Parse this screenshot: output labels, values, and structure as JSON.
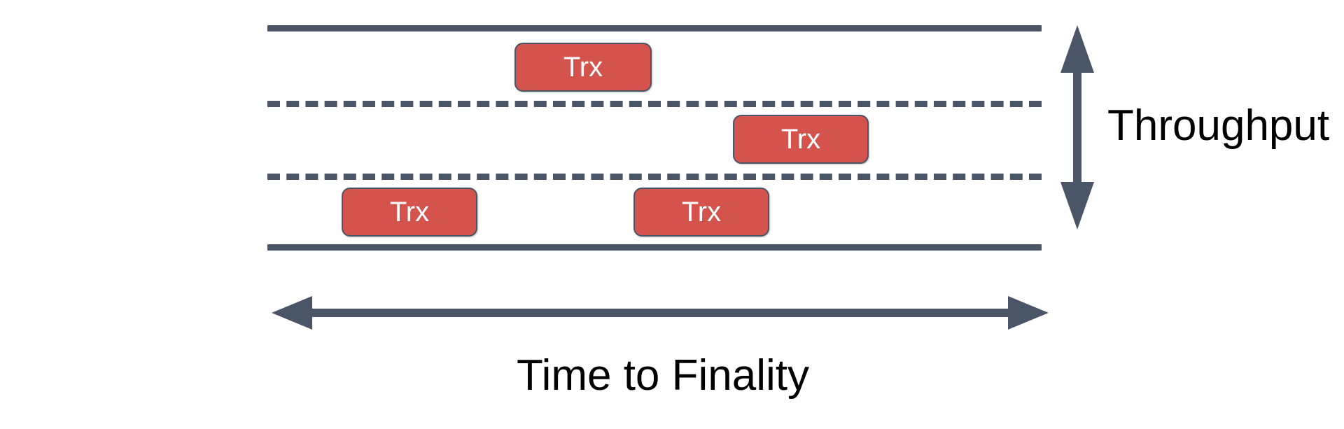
{
  "diagram": {
    "title_semantic": "blockchain-throughput-vs-time-to-finality",
    "type": "concept-diagram",
    "background_color": "#ffffff",
    "colors": {
      "line": "#4a5568",
      "block_fill": "#d4534c",
      "block_border": "#4a5568",
      "block_text": "#ffffff",
      "label_text": "#000000"
    },
    "lanes": {
      "count": 3,
      "boundaries": [
        {
          "name": "top-border",
          "style": "solid"
        },
        {
          "name": "lane-divider-1",
          "style": "dashed"
        },
        {
          "name": "lane-divider-2",
          "style": "dashed"
        },
        {
          "name": "bottom-border",
          "style": "solid"
        }
      ]
    },
    "blocks": [
      {
        "id": "trx-1",
        "label": "Trx",
        "lane": 1
      },
      {
        "id": "trx-2",
        "label": "Trx",
        "lane": 2
      },
      {
        "id": "trx-3",
        "label": "Trx",
        "lane": 3
      },
      {
        "id": "trx-4",
        "label": "Trx",
        "lane": 3
      }
    ],
    "axes": {
      "vertical": {
        "label": "Throughput",
        "arrow": "double-headed",
        "orientation": "vertical",
        "position": "right"
      },
      "horizontal": {
        "label": "Time to Finality",
        "arrow": "double-headed",
        "orientation": "horizontal",
        "position": "bottom"
      }
    }
  }
}
